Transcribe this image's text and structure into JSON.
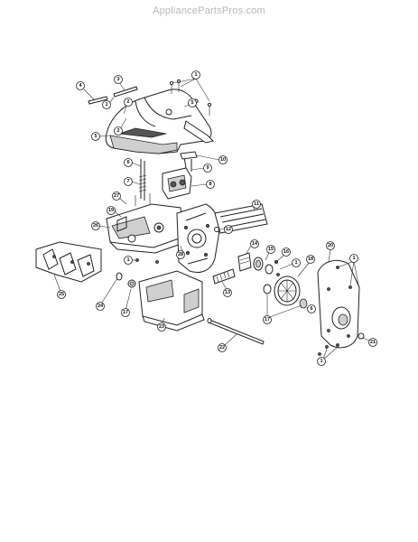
{
  "watermark": "AppliancePartsPros.com",
  "callouts": [
    {
      "id": "c-4a",
      "label": "4"
    },
    {
      "id": "c-3",
      "label": "3"
    },
    {
      "id": "c-1a",
      "label": "1"
    },
    {
      "id": "c-2a",
      "label": "2"
    },
    {
      "id": "c-2b",
      "label": "2"
    },
    {
      "id": "c-1b",
      "label": "1"
    },
    {
      "id": "c-5a",
      "label": "5"
    },
    {
      "id": "c-5b",
      "label": "5"
    },
    {
      "id": "c-10",
      "label": "10"
    },
    {
      "id": "c-6",
      "label": "6"
    },
    {
      "id": "c-9",
      "label": "9"
    },
    {
      "id": "c-8",
      "label": "8"
    },
    {
      "id": "c-7",
      "label": "7"
    },
    {
      "id": "c-27",
      "label": "27"
    },
    {
      "id": "c-19",
      "label": "19"
    },
    {
      "id": "c-26",
      "label": "26"
    },
    {
      "id": "c-11",
      "label": "11"
    },
    {
      "id": "c-12",
      "label": "12"
    },
    {
      "id": "c-28",
      "label": "28"
    },
    {
      "id": "c-1c",
      "label": "1"
    },
    {
      "id": "c-14",
      "label": "14"
    },
    {
      "id": "c-15",
      "label": "15"
    },
    {
      "id": "c-16",
      "label": "16"
    },
    {
      "id": "c-1d",
      "label": "1"
    },
    {
      "id": "c-18",
      "label": "18"
    },
    {
      "id": "c-20",
      "label": "20"
    },
    {
      "id": "c-1e",
      "label": "1"
    },
    {
      "id": "c-25",
      "label": "25"
    },
    {
      "id": "c-24",
      "label": "24"
    },
    {
      "id": "c-17a",
      "label": "17"
    },
    {
      "id": "c-13",
      "label": "13"
    },
    {
      "id": "c-23",
      "label": "23"
    },
    {
      "id": "c-17b",
      "label": "17"
    },
    {
      "id": "c-6b",
      "label": "6"
    },
    {
      "id": "c-22",
      "label": "22"
    },
    {
      "id": "c-1f",
      "label": "1"
    },
    {
      "id": "c-21",
      "label": "21"
    }
  ]
}
